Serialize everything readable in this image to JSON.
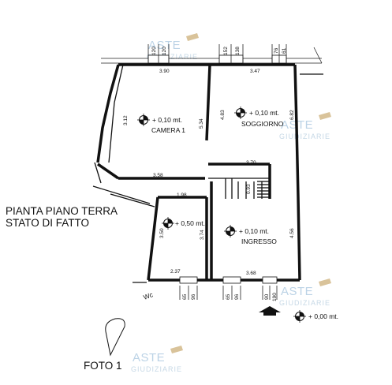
{
  "title": {
    "line1": "PIANTA PIANO TERRA",
    "line2": "STATO DI FATTO"
  },
  "photo_label": "FOTO 1",
  "rooms": {
    "camera": "CAMERA 1",
    "soggiorno": "SOGGIORNO",
    "ingresso": "INGRESSO",
    "wc": "Wc"
  },
  "levels": {
    "camera": "+ 0,10 mt.",
    "soggiorno": "+ 0,10 mt.",
    "ingresso": "+ 0,10 mt.",
    "wc": "+ 0,50 mt.",
    "outside": "+ 0,00 mt."
  },
  "dimensions": {
    "camera_width": "3.90",
    "camera_height": "3.12",
    "soggiorno_width": "3.47",
    "soggiorno_left": "4.83",
    "soggiorno_right": "6.82",
    "separator_wall": "5.34",
    "corridor_width": "3.58",
    "stair_width": "3.70",
    "stair_depth": "0.93",
    "wc_top": "1.98",
    "wc_side": "3.50",
    "wc_bottom": "2.37",
    "ingresso_left": "3.74",
    "ingresso_right": "4.56",
    "ingresso_bottom": "3.68",
    "win_top_1a": "120",
    "win_top_1b": "120",
    "win_top_2a": "152",
    "win_top_2b": "138",
    "win_top_3a": "76",
    "win_top_3b": "61",
    "win_bot_1a": "65",
    "win_bot_1b": "96",
    "win_bot_2a": "65",
    "win_bot_2b": "96",
    "door_a": "90",
    "door_b": "190"
  },
  "watermark": {
    "brand": "ASTE",
    "tagline": "GIUDIZIARIE"
  }
}
